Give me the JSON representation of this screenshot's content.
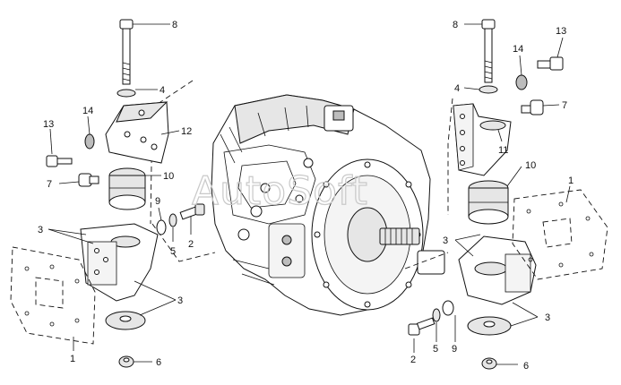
{
  "watermark": "AutoSoft",
  "labels": {
    "l_8": "8",
    "l_4": "4",
    "l_14": "14",
    "l_13": "13",
    "l_12": "12",
    "l_10": "10",
    "l_7": "7",
    "l_9": "9",
    "l_3a": "3",
    "l_5": "5",
    "l_2": "2",
    "l_3b": "3",
    "l_1": "1",
    "l_6": "6",
    "r_8": "8",
    "r_13": "13",
    "r_14": "14",
    "r_4": "4",
    "r_7": "7",
    "r_11": "11",
    "r_10": "10",
    "r_1": "1",
    "r_3a": "3",
    "r_3b": "3",
    "r_2": "2",
    "r_5": "5",
    "r_9": "9",
    "r_6": "6"
  }
}
